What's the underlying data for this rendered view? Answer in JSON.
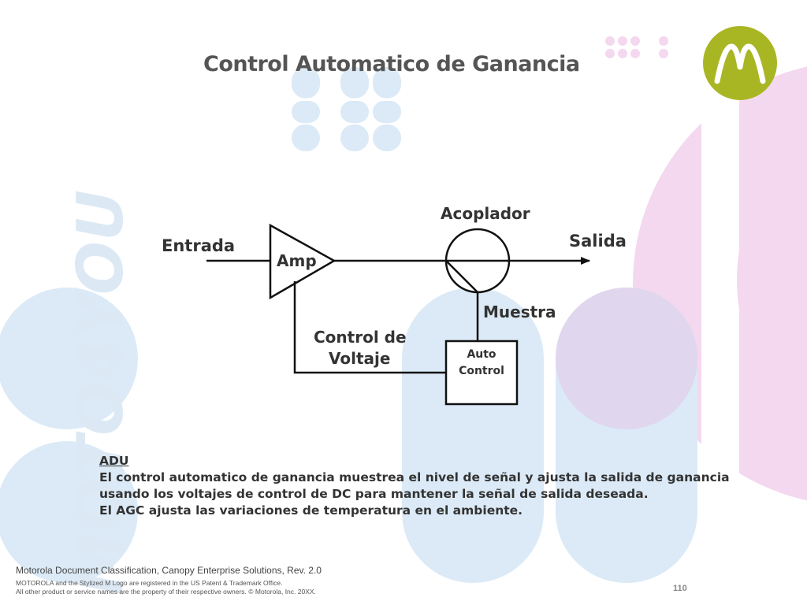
{
  "slide": {
    "title": "Control Automatico de Ganancia",
    "page_number": "110"
  },
  "diagram": {
    "labels": {
      "input": "Entrada",
      "amp": "Amp",
      "coupler": "Acoplador",
      "output": "Salida",
      "sample": "Muestra",
      "voltage_control_line1": "Control de",
      "voltage_control_line2": "Voltaje",
      "auto_control_line1": "Auto",
      "auto_control_line2": "Control"
    }
  },
  "description": {
    "heading": "ADU",
    "lines": [
      "El control automatico de ganancia muestrea el nivel de señal y ajusta la salida de ganancia",
      "usando los voltajes de control de DC para mantener la señal de salida deseada.",
      "El AGC ajusta las variaciones de temperatura en el ambiente."
    ]
  },
  "footer": {
    "classification": "Motorola Document Classification, Canopy Enterprise Solutions, Rev. 2.0",
    "trademark_line1": "MOTOROLA and the Stylized M Logo are registered in the US Patent & Trademark Office.",
    "trademark_line2": "All other product or service names are the property of their respective owners. © Motorola, Inc. 20XX."
  },
  "watermark": {
    "text": "MOTO4YOU"
  },
  "colors": {
    "logo": "#a9b624",
    "title": "#555555",
    "bg_blue": "#dbeaf6",
    "bg_pink": "#f4d8ef"
  }
}
